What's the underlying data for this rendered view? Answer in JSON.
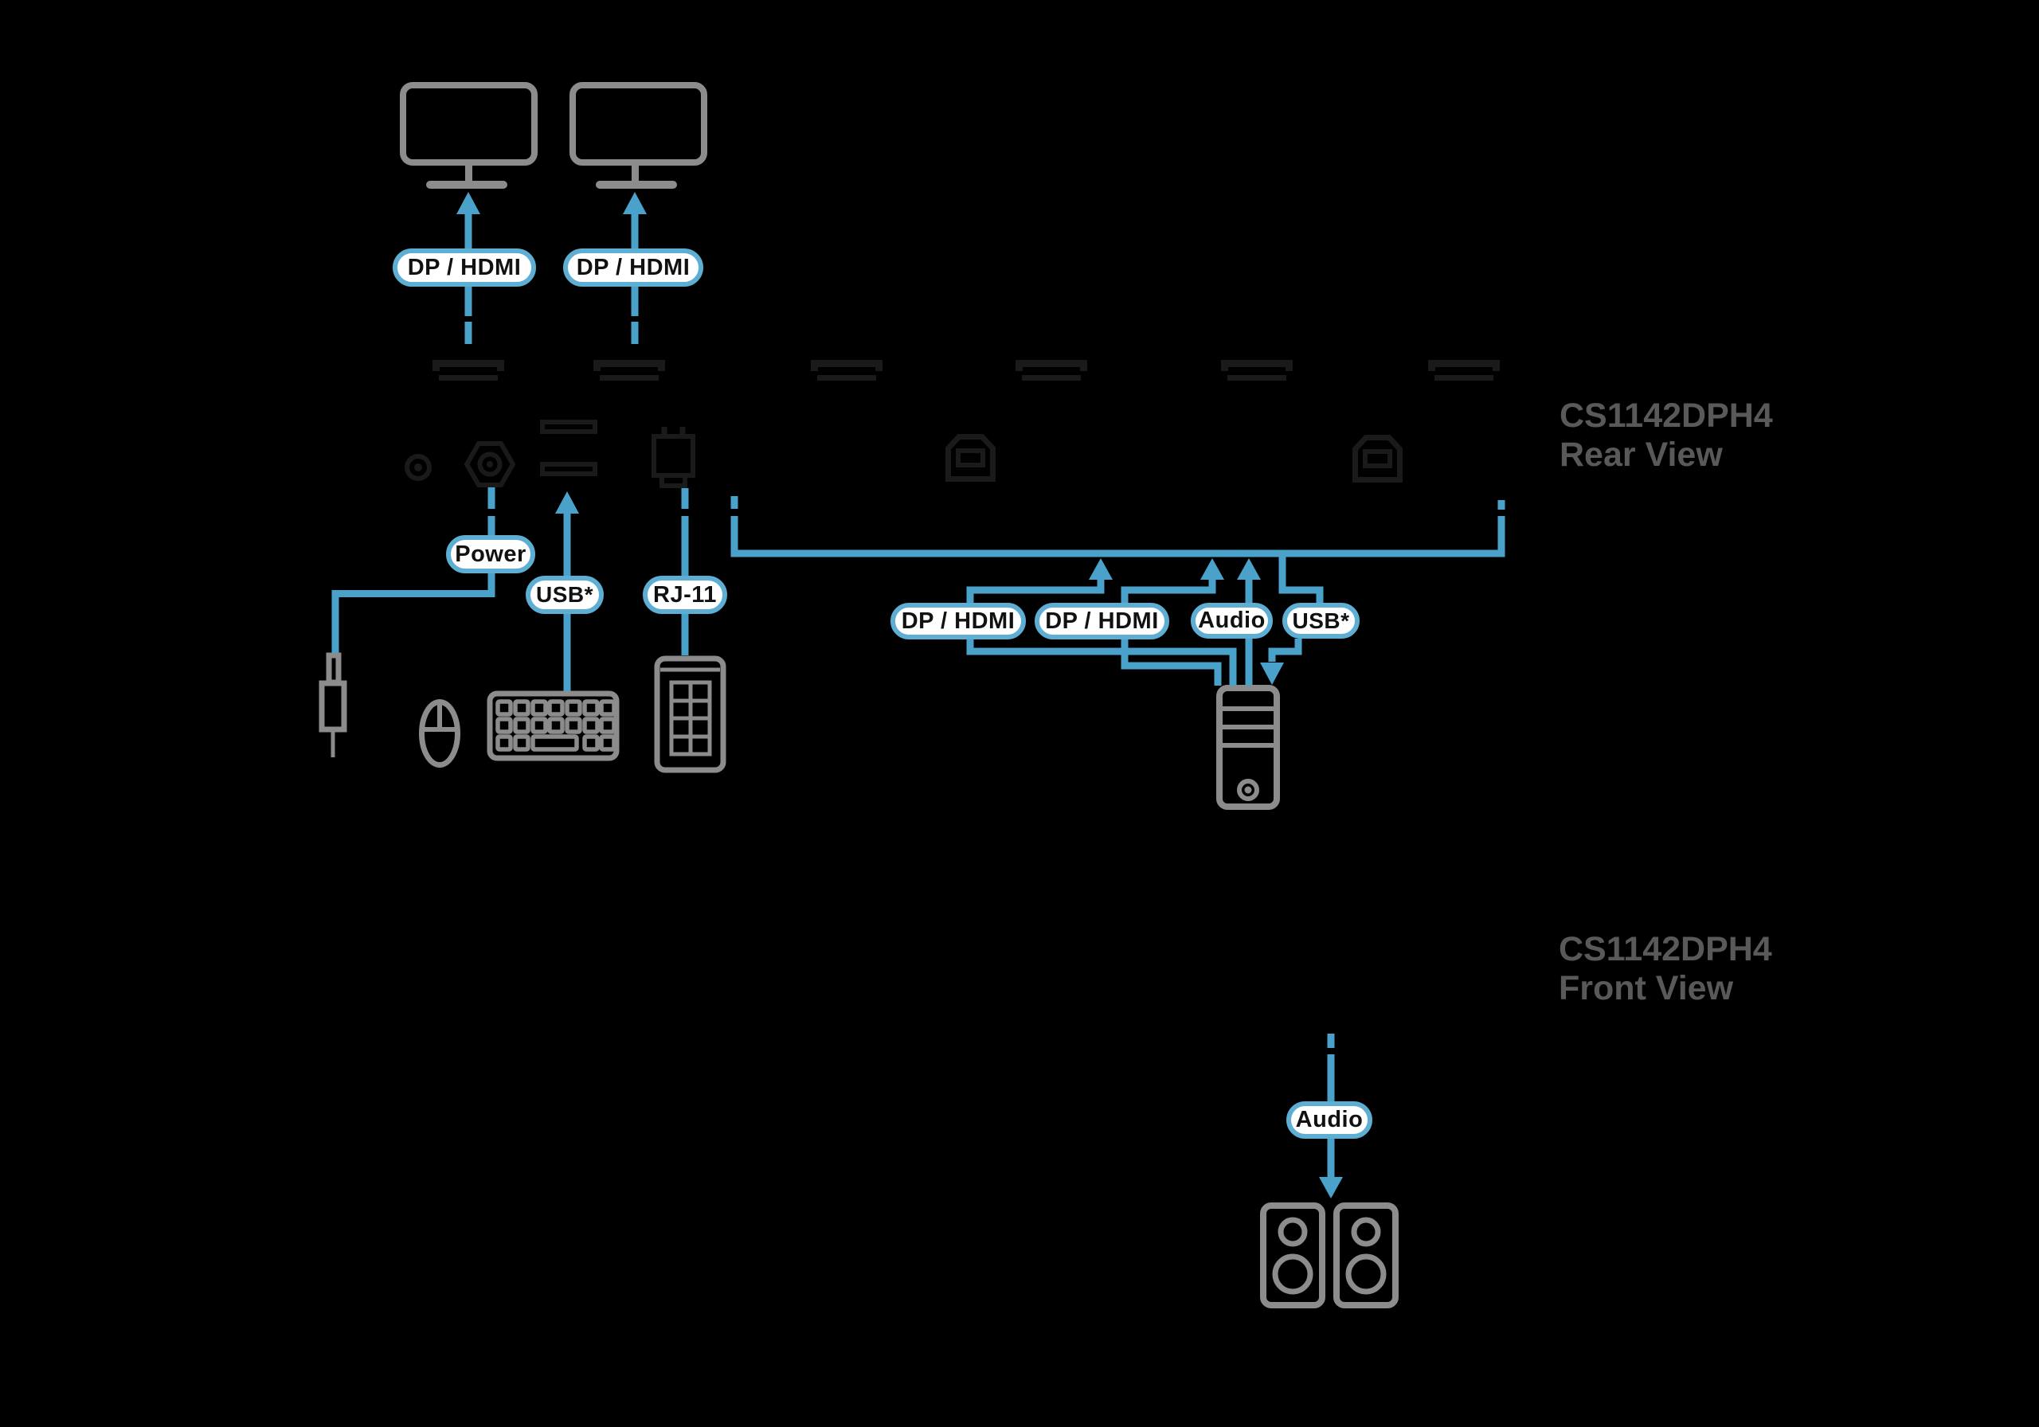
{
  "diagram": {
    "product": "CS1142DPH4",
    "titles": {
      "rear": {
        "model": "CS1142DPH4",
        "view": "Rear View"
      },
      "front": {
        "model": "CS1142DPH4",
        "view": "Front View"
      }
    },
    "connection_labels": {
      "display1": "DP / HDMI",
      "display2": "DP / HDMI",
      "power": "Power",
      "console_usb": "USB*",
      "rj11": "RJ-11",
      "pc_video1": "DP / HDMI",
      "pc_video2": "DP / HDMI",
      "pc_audio": "Audio",
      "pc_usb": "USB*",
      "front_audio": "Audio"
    },
    "icons": [
      "display-icon",
      "display-icon",
      "power-plug-icon",
      "mouse-icon",
      "keyboard-icon",
      "keypad-device-icon",
      "computer-tower-icon",
      "speaker-icon",
      "speaker-icon",
      "audio-port-icon",
      "dc-power-port-icon",
      "usb-a-ports-icon",
      "rj11-port-icon",
      "usb-b-port-icon",
      "usb-b-port-icon",
      "video-port-icon",
      "video-port-icon",
      "video-port-icon",
      "video-port-icon",
      "video-port-icon",
      "video-port-icon"
    ],
    "colors": {
      "background": "#000000",
      "cable_blue": "#4AA2CA",
      "label_border_blue": "#5EAED3",
      "label_fill": "#FFFFFF",
      "label_text": "#111111",
      "device_gray": "#8C8C8C",
      "port_dark": "#1A1A1A",
      "title_gray": "#595959"
    }
  }
}
